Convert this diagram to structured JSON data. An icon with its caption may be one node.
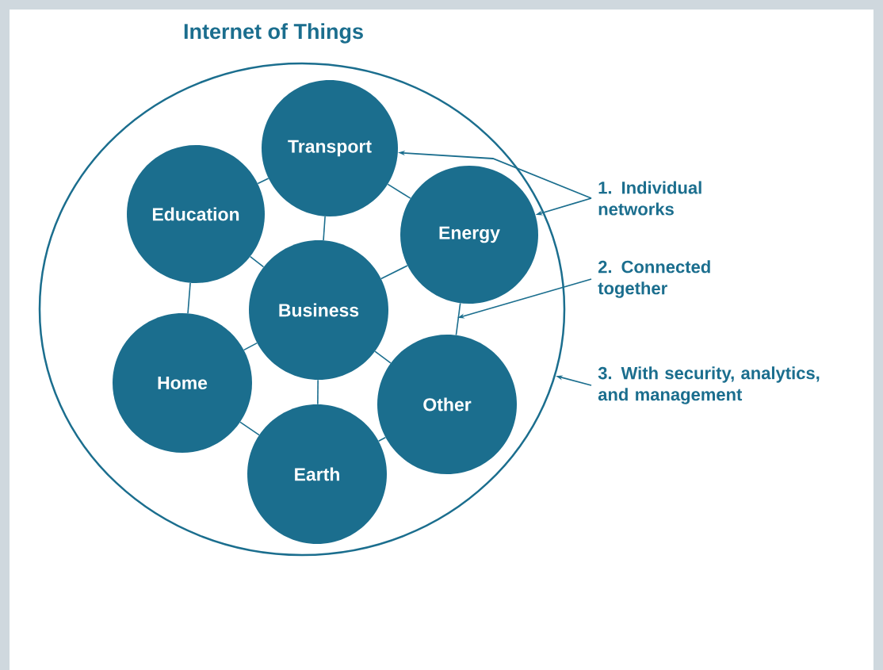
{
  "diagram": {
    "title": "Internet of Things",
    "nodes": [
      {
        "text": [],
        "shape": "circle"
      },
      {
        "text": [
          "Transport"
        ],
        "in": 0
      },
      {
        "text": [
          "Education"
        ],
        "in": 0
      },
      {
        "text": [
          "Energy"
        ],
        "in": 0
      },
      {
        "text": [
          "Business"
        ],
        "in": 0
      },
      {
        "text": [
          "Home"
        ],
        "in": 0
      },
      {
        "text": [
          "Other"
        ],
        "in": 0
      },
      {
        "text": [
          "Earth"
        ],
        "in": 0
      },
      {
        "text": [
          "1. Individual networks"
        ]
      },
      {
        "text": [
          "2. Connected together"
        ]
      },
      {
        "text": [
          "3. With security, analytics, and management"
        ]
      }
    ],
    "edges": [
      {
        "from": 1,
        "to": 2,
        "arrow": "none"
      },
      {
        "from": 1,
        "to": 3,
        "arrow": "none"
      },
      {
        "from": 1,
        "to": 4,
        "arrow": "none"
      },
      {
        "from": 2,
        "to": 4,
        "arrow": "none"
      },
      {
        "from": 2,
        "to": 5,
        "arrow": "none"
      },
      {
        "from": 3,
        "to": 4,
        "arrow": "none"
      },
      {
        "from": 3,
        "to": 6,
        "arrow": "none"
      },
      {
        "from": 4,
        "to": 5,
        "arrow": "none"
      },
      {
        "from": 4,
        "to": 6,
        "arrow": "none"
      },
      {
        "from": 4,
        "to": 7,
        "arrow": "none"
      },
      {
        "from": 5,
        "to": 7,
        "arrow": "none"
      },
      {
        "from": 7,
        "to": 6,
        "arrow": "none"
      },
      {
        "from": 8,
        "to": 1,
        "arrow": "to"
      },
      {
        "from": 8,
        "to": 3,
        "arrow": "to"
      },
      {
        "from": 9,
        "to": null,
        "arrow": "to"
      },
      {
        "from": 10,
        "to": 0,
        "arrow": "to"
      }
    ]
  }
}
